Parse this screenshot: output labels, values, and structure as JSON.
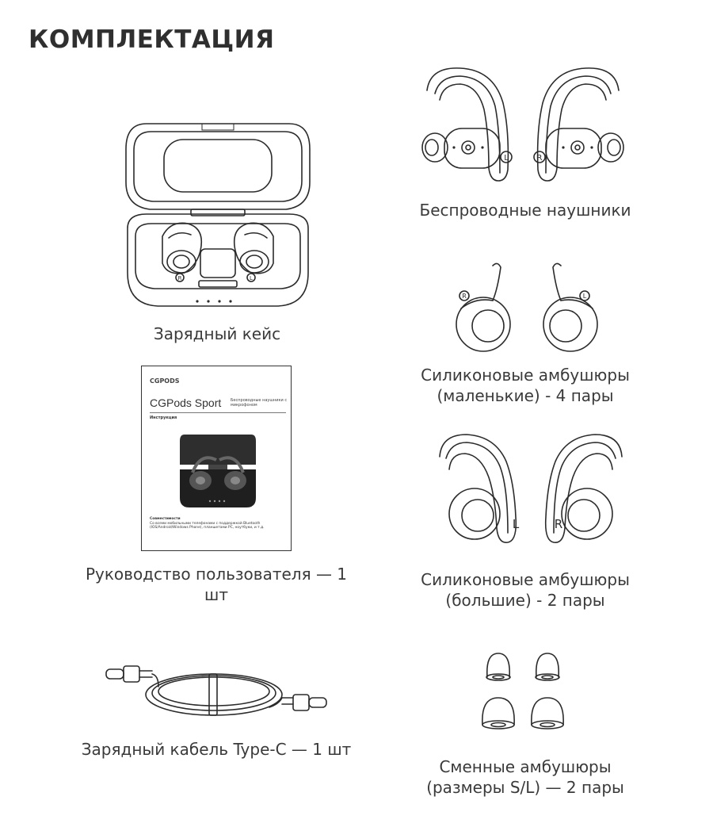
{
  "page": {
    "title": "КОМПЛЕКТАЦИЯ"
  },
  "items": {
    "charging_case": {
      "caption": "Зарядный кейс"
    },
    "manual": {
      "caption": "Руководство пользователя — 1 шт",
      "logo_text": "CGPODS",
      "product_name": "CGPods Sport",
      "product_subtitle": "Беспроводные наушники с микрофоном",
      "section_label": "Инструкция",
      "compat_title": "Совместимости",
      "compat_text": "Со всеми мобильными телефонами с поддержкой Bluetooth (IOS/Android/Windows Phone), планшетами PC, ноутбуки, и т.д."
    },
    "cable": {
      "caption": "Зарядный кабель Type-C — 1 шт"
    },
    "earbuds": {
      "caption": "Беспроводные наушники"
    },
    "small_tips": {
      "caption_line1": "Силиконовые амбушюры",
      "caption_line2": "(маленькие) - 4 пары"
    },
    "large_tips": {
      "caption_line1": "Силиконовые амбушюры",
      "caption_line2": "(большие) - 2 пары"
    },
    "replacement_tips": {
      "caption_line1": "Сменные амбушюры",
      "caption_line2": "(размеры S/L) — 2 пары"
    }
  },
  "labels": {
    "left": "L",
    "right": "R"
  }
}
